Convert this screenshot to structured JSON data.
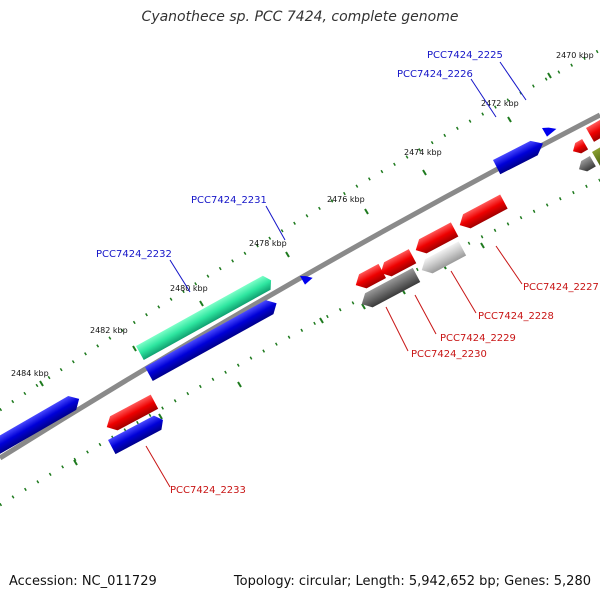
{
  "title": "Cyanothece sp. PCC 7424, complete genome",
  "footer": {
    "accession": "Accession: NC_011729",
    "stats": "Topology: circular; Length: 5,942,652 bp; Genes: 5,280"
  },
  "colors": {
    "backbone": "#8a8a8a",
    "tick": "#1e7a1e",
    "label_forward": "#1515c8",
    "label_reverse": "#c81515"
  },
  "kbp_labels": [
    "2470 kbp",
    "2472 kbp",
    "2474 kbp",
    "2476 kbp",
    "2478 kbp",
    "2480 kbp",
    "2482 kbp",
    "2484 kbp"
  ],
  "gene_labels": {
    "g2225": "PCC7424_2225",
    "g2226": "PCC7424_2226",
    "g2231": "PCC7424_2231",
    "g2232": "PCC7424_2232",
    "g2227": "PCC7424_2227",
    "g2228": "PCC7424_2228",
    "g2229": "PCC7424_2229",
    "g2230": "PCC7424_2230",
    "g2233": "PCC7424_2233"
  }
}
